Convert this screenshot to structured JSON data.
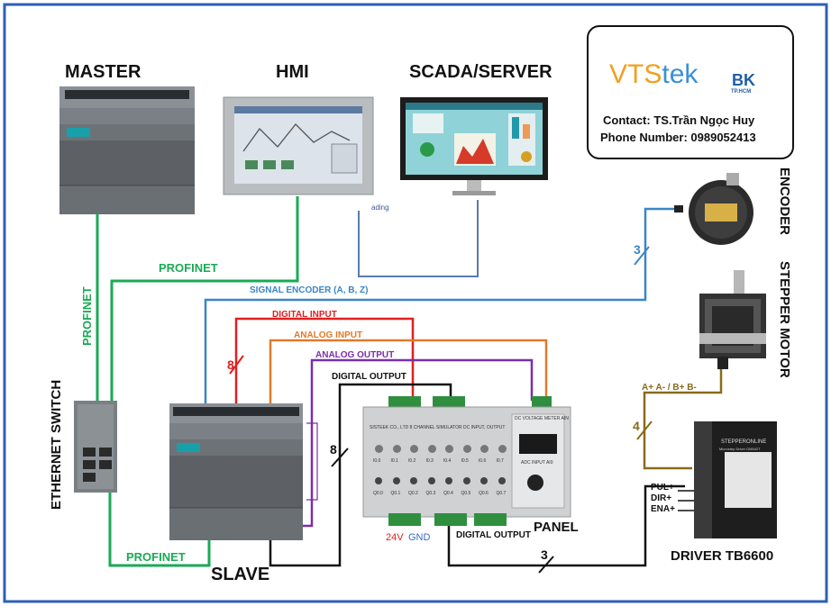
{
  "devices": {
    "master": "MASTER",
    "hmi": "HMI",
    "scada": "SCADA/SERVER",
    "ethernet_switch": "ETHERNET SWITCH",
    "slave": "SLAVE",
    "panel": "PANEL",
    "driver": "DRIVER TB6600",
    "encoder": "ENCODER",
    "stepper": "STEPPER MOTOR"
  },
  "connections": {
    "profinet": "PROFINET",
    "signal_encoder": "SIGNAL ENCODER (A, B, Z)",
    "digital_input": "DIGITAL INPUT",
    "analog_input": "ANALOG INPUT",
    "analog_output": "ANALOG OUTPUT",
    "digital_output": "DIGITAL OUTPUT",
    "motor_phases": "A+ A- / B+ B-",
    "pul": "PUL+",
    "dir": "DIR+",
    "ena": "ENA+",
    "v24": "24V",
    "gnd": "GND",
    "count_encoder": "3",
    "count_di": "8",
    "count_do": "8",
    "count_motor": "4",
    "count_driver": "3",
    "stray_text": "ading"
  },
  "contact": {
    "logo_vts": "VTS",
    "logo_tek": "tek",
    "logo_bk": "BK",
    "logo_bk_sub": "TP.HCM",
    "name": "Contact: TS.Trần Ngọc Huy",
    "phone": "Phone Number: 0989052413"
  },
  "panel_device": {
    "header": "SISTEEK CO., LTD  8 CHANNEL SIMULATOR DC INPUT, OUTPUT",
    "meter_header": "DC VOLTAGE METER AIN",
    "meter_label": "ADC INPUT AI0",
    "inputs": [
      "I0.0",
      "I0.1",
      "I0.2",
      "I0.3",
      "I0.4",
      "I0.5",
      "I0.6",
      "I0.7"
    ],
    "outputs": [
      "Q0.0",
      "Q0.1",
      "Q0.2",
      "Q0.3",
      "Q0.4",
      "Q0.5",
      "Q0.6",
      "Q0.7"
    ]
  },
  "driver_device": {
    "brand": "STEPPERONLINE",
    "model": "Microstep Driver DM542T"
  },
  "colors": {
    "frame": "#2e5fb8",
    "profinet": "#1aaa55",
    "encoder_signal": "#3a86c8",
    "digital_input": "#e02020",
    "analog_input": "#e07a2a",
    "analog_output": "#7a2fa8",
    "digital_output": "#111111",
    "motor_wire": "#8a6a1a",
    "scada_link": "#5a7ab0"
  }
}
